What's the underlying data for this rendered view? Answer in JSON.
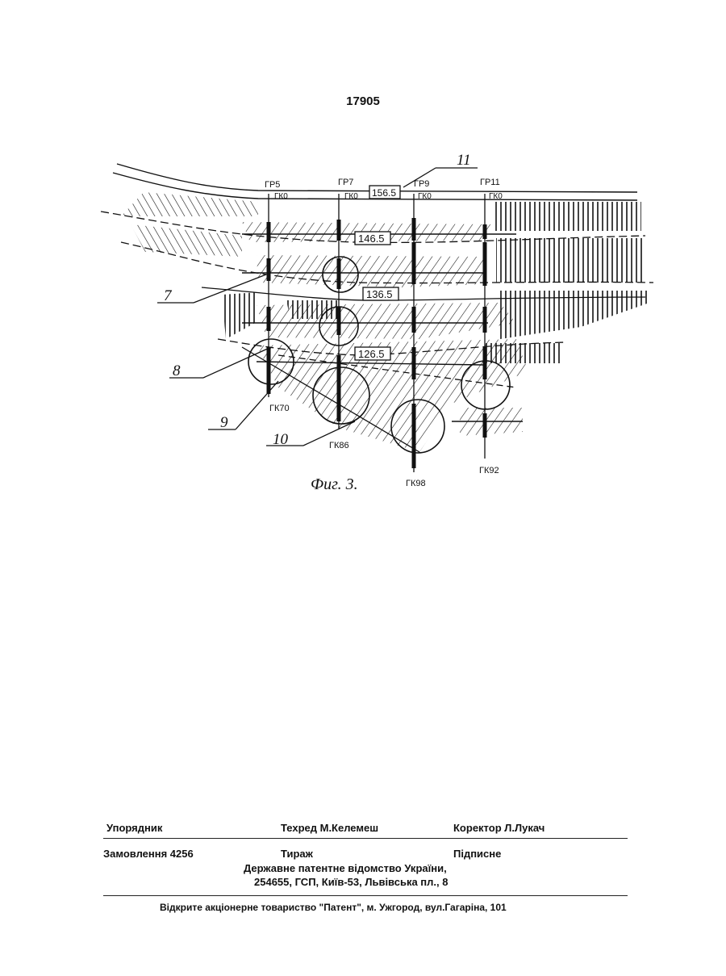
{
  "page_number": "17905",
  "figure": {
    "caption": "Фиг. 3.",
    "callouts": [
      "11",
      "7",
      "8",
      "9",
      "10"
    ],
    "profile_lines": [
      "ГР5",
      "ГР7",
      "ГР9",
      "ГР11"
    ],
    "top_stations": [
      "ГК0",
      "ГК0",
      "ГК0",
      "ГК0"
    ],
    "level_labels": [
      "156.5",
      "146.5",
      "136.5",
      "126.5"
    ],
    "bottom_stations": [
      "ГК70",
      "ГК86",
      "ГК98",
      "ГК92"
    ]
  },
  "footer": {
    "compiler_label": "Упорядник",
    "techred": "Техред М.Келемеш",
    "corrector": "Коректор Л.Лукач",
    "order": "Замовлення 4256",
    "circulation": "Тираж",
    "signed": "Підписне",
    "publisher_line1": "Державне патентне відомство України,",
    "publisher_line2": "254655, ГСП, Київ-53, Львівська пл., 8",
    "printer": "Відкрите акціонерне товариство \"Патент\", м. Ужгород, вул.Гагаріна, 101"
  }
}
